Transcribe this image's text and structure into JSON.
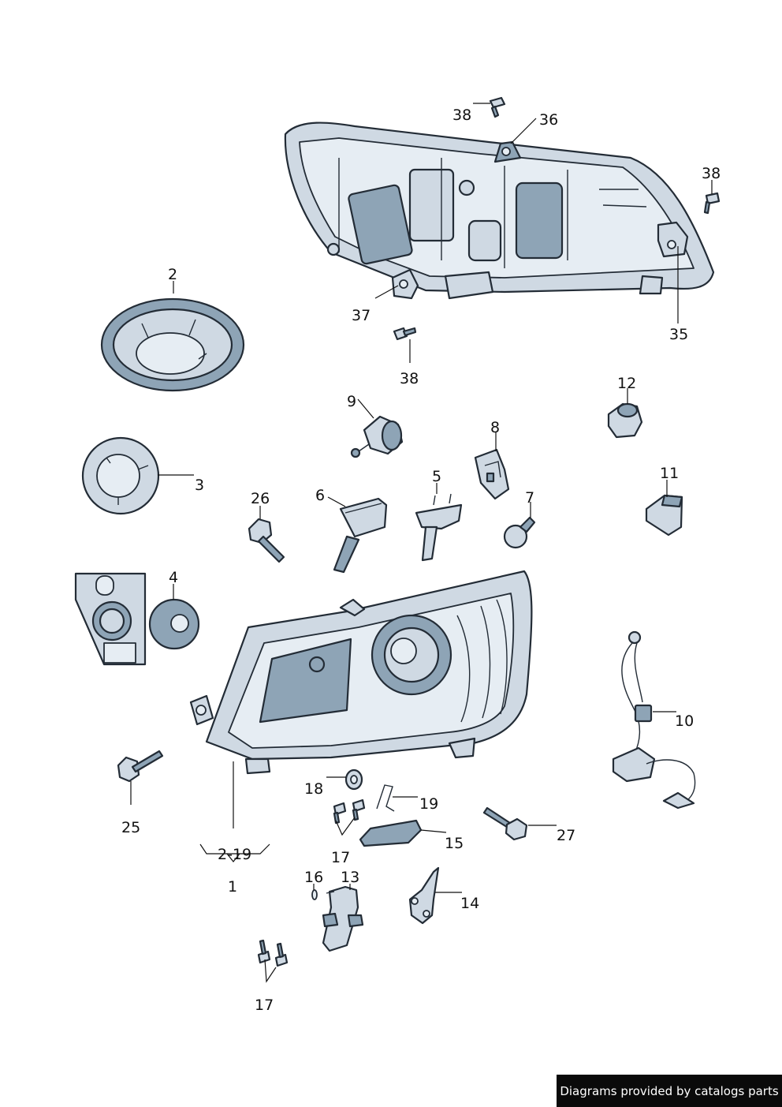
{
  "callouts": {
    "c38a": "38",
    "c36": "36",
    "c38b": "38",
    "c2": "2",
    "c37": "37",
    "c35": "35",
    "c38c": "38",
    "c9": "9",
    "c12": "12",
    "c8": "8",
    "c3": "3",
    "c5": "5",
    "c11": "11",
    "c6": "6",
    "c26": "26",
    "c7": "7",
    "c4": "4",
    "c10": "10",
    "c18": "18",
    "c19": "19",
    "c25": "25",
    "c27": "27",
    "c15": "15",
    "c17a": "17",
    "c2_19": "2-19",
    "c1": "1",
    "c16": "16",
    "c13": "13",
    "c14": "14",
    "c17b": "17"
  },
  "footer": {
    "text": "Diagrams provided by catalogs parts"
  },
  "colors": {
    "part_fill": "#cfd9e3",
    "part_dark": "#8ea4b6",
    "outline": "#232c36",
    "footer_bg": "#0a0a0a"
  }
}
